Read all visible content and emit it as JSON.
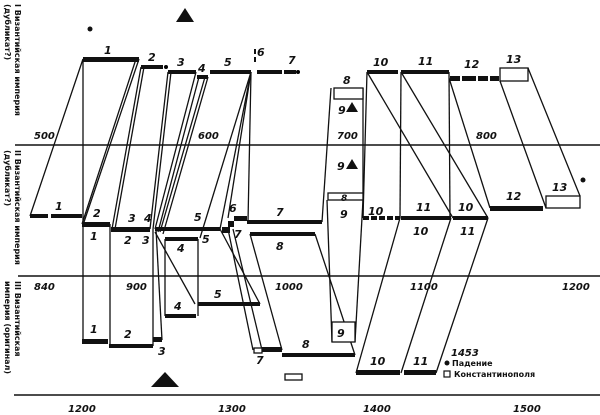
{
  "bands": {
    "band1": "I Византийская империя (дубликат?)",
    "band2": "II Византийская империя (дубликат?)",
    "band3": "III Византийская империя (оригинал)"
  },
  "axis_top": [
    "500",
    "600",
    "700",
    "800"
  ],
  "axis_middle": [
    "840",
    "900",
    "1000",
    "1100",
    "1200"
  ],
  "axis_bottom": [
    "1200",
    "1300",
    "1400",
    "1500"
  ],
  "band1_segments": [
    "1",
    "2",
    "3",
    "4",
    "5",
    "6",
    "7",
    "8",
    "9",
    "10",
    "11",
    "12",
    "13"
  ],
  "band1_extra": [
    "9",
    "9",
    "8",
    "9"
  ],
  "band2_segments": [
    "1",
    "2",
    "3",
    "4",
    "5",
    "6",
    "7",
    "10",
    "11",
    "10",
    "12",
    "13"
  ],
  "band2_lower": [
    "1",
    "2",
    "3",
    "4",
    "5",
    "7",
    "8",
    "10",
    "11"
  ],
  "band3_segments": [
    "1",
    "2",
    "3",
    "4",
    "5",
    "7",
    "8",
    "9",
    "10",
    "11"
  ],
  "legend": {
    "year": "1453",
    "line1": "Падение",
    "line2": "Константинополя"
  }
}
